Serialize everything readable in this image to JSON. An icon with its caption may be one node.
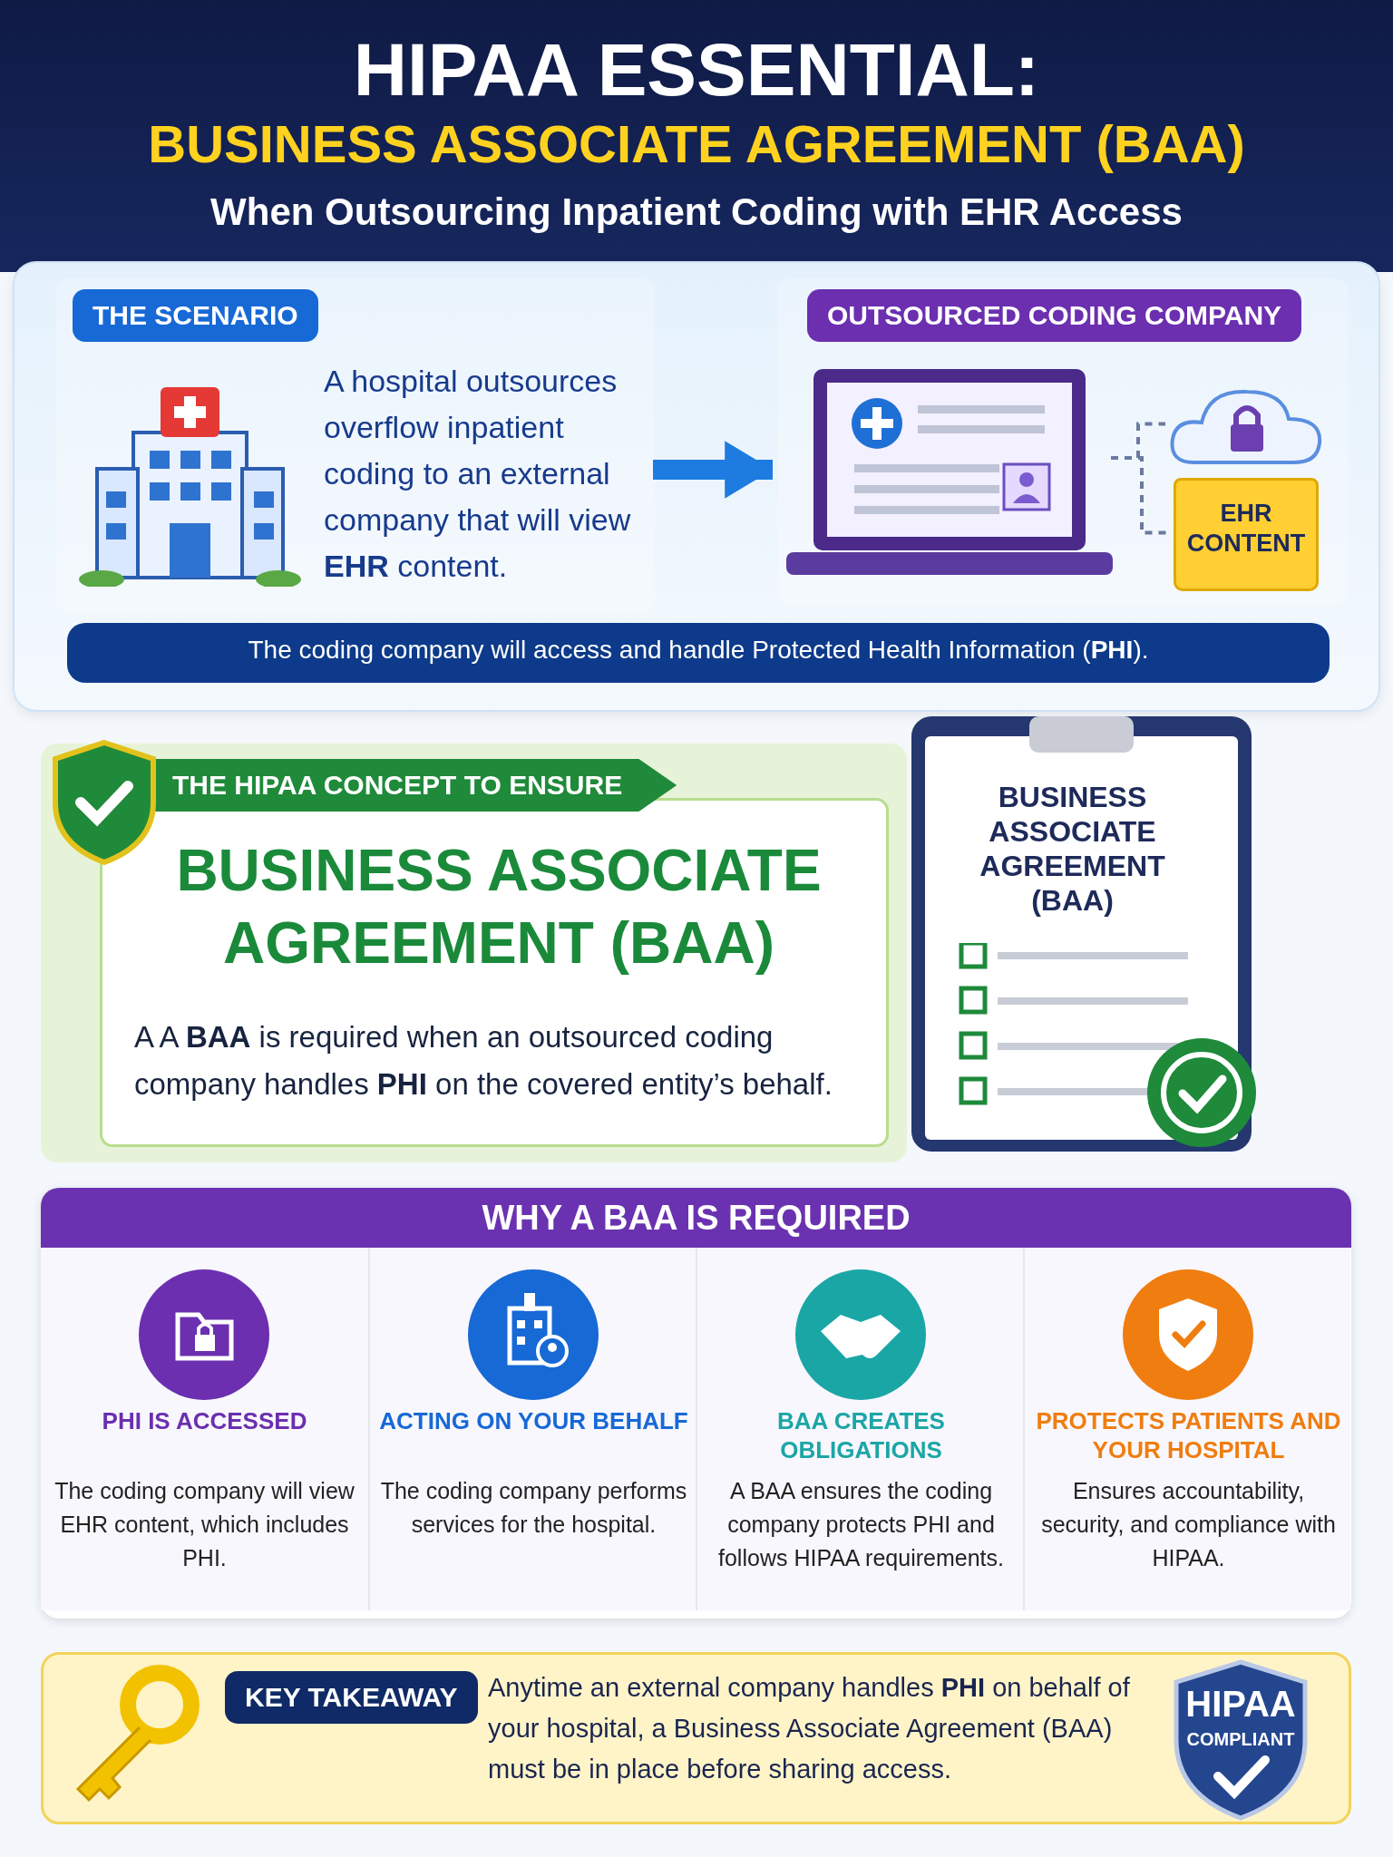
{
  "diagram": {
    "title": "HIPAA ESSENTIAL:",
    "nodes": [
      {
        "text": [],
        "shape": "box"
      },
      {
        "text": [
          "THE SCENARIO",
          "A hospital outsources overflow inpatient coding to an external company that will view **EHR** content."
        ],
        "in": 0
      },
      {
        "text": [],
        "shape": "picture",
        "in": 1
      },
      {
        "text": [
          "OUTSOURCED CODING COMPANY"
        ],
        "in": 0
      },
      {
        "text": [],
        "shape": "picture",
        "in": 3
      },
      {
        "text": [],
        "shape": "picture",
        "in": 3
      },
      {
        "text": [
          "EHR CONTENT"
        ],
        "in": 3
      },
      {
        "text": [
          "The coding company will access and handle Protected Health Information (**PHI**)."
        ],
        "in": 0
      },
      {
        "text": [
          "THE HIPAA CONCEPT TO ENSURE",
          "BUSINESS ASSOCIATE AGREEMENT (BAA)",
          "A A **BAA** is required when an outsourced coding company handles **PHI** on the covered entity’s behalf."
        ]
      },
      {
        "text": [
          "BUSINESS ASSOCIATE AGREEMENT (BAA)"
        ]
      },
      {
        "text": [
          "WHY A BAA IS REQUIRED"
        ]
      },
      {
        "text": [
          "PHI IS ACCESSED",
          "The coding company will view EHR content, which includes PHI."
        ],
        "in": 10
      },
      {
        "text": [
          "ACTING ON YOUR BEHALF",
          "The coding company performs services for the hospital."
        ],
        "in": 10
      },
      {
        "text": [
          "BAA CREATES OBLIGATIONS",
          "A BAA ensures the coding company protects PHI and follows HIPAA requirements."
        ],
        "in": 10
      },
      {
        "text": [
          "PROTECTS PATIENTS AND YOUR HOSPITAL",
          "Ensures accountability, security, and compliance with HIPAA."
        ],
        "in": 10
      },
      {
        "text": [
          "KEY TAKEAWAY",
          "Anytime an external company handles **PHI** on behalf of your hospital, a Business Associate Agreement (BAA) must be in place before sharing access."
        ]
      },
      {
        "text": [
          "HIPAA",
          "COMPLIANT"
        ],
        "in": 15
      }
    ],
    "edges": [
      {
        "from": 1,
        "to": 3,
        "arrow": "to",
        "style": "thick",
        "color": "#1e7be0"
      },
      {
        "from": 4,
        "to": 5,
        "arrow": "none",
        "style": "dashed"
      },
      {
        "from": 4,
        "to": 6,
        "arrow": "none",
        "style": "dashed"
      }
    ],
    "labels": [
      "BUSINESS ASSOCIATE AGREEMENT (BAA)",
      "When Outsourcing Inpatient Coding with EHR Access"
    ]
  }
}
